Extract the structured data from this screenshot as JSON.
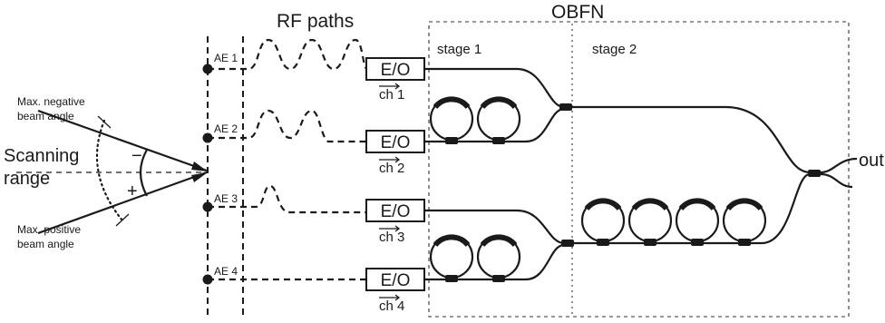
{
  "labels": {
    "rf_paths": "RF paths",
    "obfn": "OBFN",
    "stage1": "stage 1",
    "stage2": "stage 2",
    "out": "out",
    "scanning": "Scanning",
    "range": "range",
    "max_neg_1": "Max. negative",
    "max_neg_2": "beam angle",
    "max_pos_1": "Max. positive",
    "max_pos_2": "beam angle",
    "minus": "−",
    "plus": "+"
  },
  "antenna_elements": [
    "AE 1",
    "AE 2",
    "AE 3",
    "AE 4"
  ],
  "converters": [
    "E/O",
    "E/O",
    "E/O",
    "E/O"
  ],
  "channels": [
    "ch 1",
    "ch 2",
    "ch 3",
    "ch 4"
  ],
  "colors": {
    "line": "#1a1a1a",
    "background": "#ffffff"
  }
}
